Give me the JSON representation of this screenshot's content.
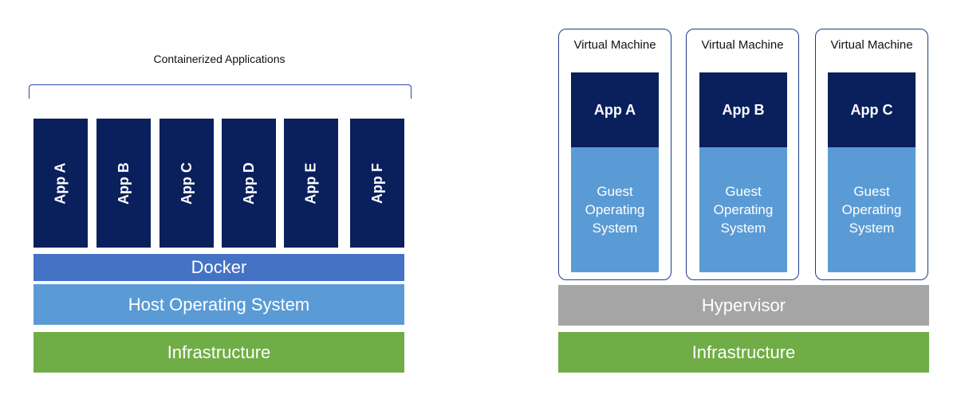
{
  "containers": {
    "caption": "Containerized Applications",
    "apps": [
      "App A",
      "App B",
      "App C",
      "App D",
      "App E",
      "App F"
    ],
    "docker_label": "Docker",
    "host_os_label": "Host Operating System",
    "infrastructure_label": "Infrastructure"
  },
  "virtual_machines": {
    "vms": [
      {
        "title": "Virtual Machine",
        "app": "App A",
        "guest_os": [
          "Guest",
          "Operating",
          "System"
        ]
      },
      {
        "title": "Virtual Machine",
        "app": "App B",
        "guest_os": [
          "Guest",
          "Operating",
          "System"
        ]
      },
      {
        "title": "Virtual Machine",
        "app": "App C",
        "guest_os": [
          "Guest",
          "Operating",
          "System"
        ]
      }
    ],
    "hypervisor_label": "Hypervisor",
    "infrastructure_label": "Infrastructure"
  },
  "colors": {
    "app_navy": "#0a205c",
    "docker_blue": "#4472c4",
    "os_light_blue": "#5b9bd5",
    "hypervisor_gray": "#a5a5a5",
    "infrastructure_green": "#70ad47",
    "outline_blue": "#1f3a8a"
  }
}
